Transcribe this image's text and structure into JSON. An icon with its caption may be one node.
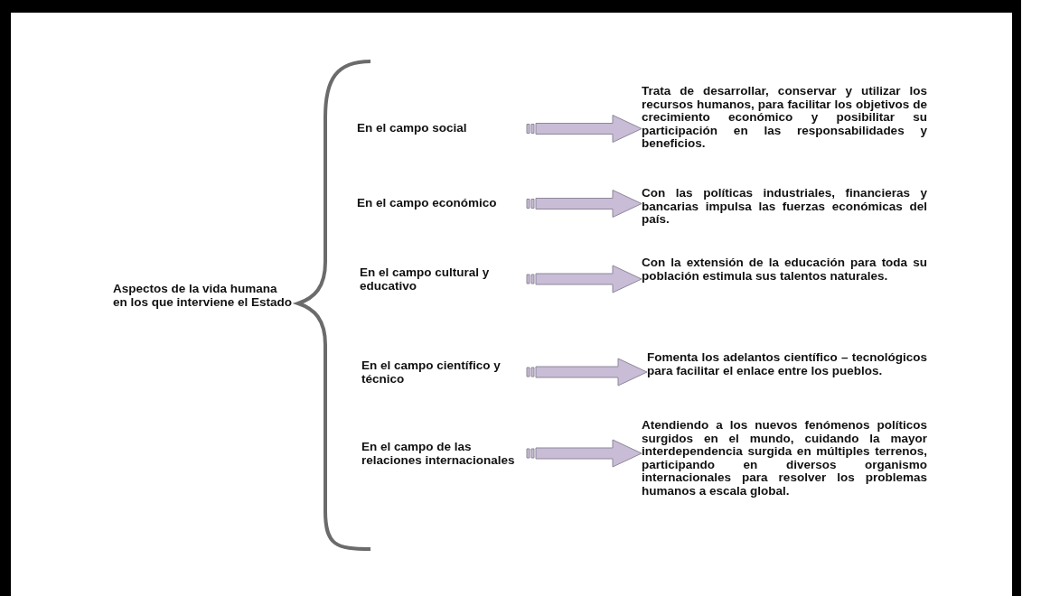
{
  "diagram": {
    "nodes": [
      {
        "text": [
          "Aspectos de la vida humana en los que interviene el Estado"
        ]
      },
      {
        "text": [
          "En el campo social"
        ]
      },
      {
        "text": [
          "Trata de desarrollar, conservar y utilizar los recursos humanos, para facilitar los objetivos de crecimiento económico y posibilitar su participación en las responsabilidades y beneficios."
        ]
      },
      {
        "text": [
          "En el campo económico"
        ]
      },
      {
        "text": [
          "Con las políticas industriales, financieras y bancarias impulsa las fuerzas económicas del país."
        ]
      },
      {
        "text": [
          "En el campo cultural y educativo"
        ]
      },
      {
        "text": [
          "Con la extensión de la educación para toda su población estimula sus talentos naturales."
        ]
      },
      {
        "text": [
          "En el campo científico y técnico"
        ]
      },
      {
        "text": [
          "Fomenta los adelantos científico – tecnológicos para facilitar el enlace entre los pueblos."
        ]
      },
      {
        "text": [
          "En el campo de las relaciones internacionales"
        ]
      },
      {
        "text": [
          "Atendiendo a los nuevos fenómenos políticos surgidos en el mundo, cuidando la mayor interdependencia surgida en múltiples terrenos, participando en diversos organismo internacionales para resolver los problemas humanos a escala global."
        ]
      }
    ],
    "edges": [
      {
        "from": 1,
        "to": 2,
        "arrow": "to"
      },
      {
        "from": 3,
        "to": 4,
        "arrow": "to"
      },
      {
        "from": 5,
        "to": 6,
        "arrow": "to"
      },
      {
        "from": 7,
        "to": 8,
        "arrow": "to"
      },
      {
        "from": 9,
        "to": 10,
        "arrow": "to"
      }
    ]
  }
}
